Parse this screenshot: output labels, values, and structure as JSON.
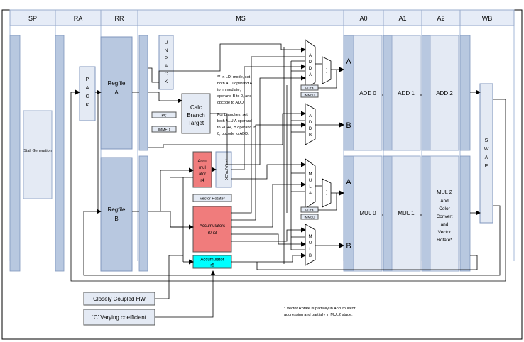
{
  "stages": [
    "SP",
    "RA",
    "RR",
    "MS",
    "A0",
    "A1",
    "A2",
    "WB"
  ],
  "blocks": {
    "stall_generation": "Stall Generation",
    "pack": "PACK",
    "regfile_a": "Regfile A",
    "regfile_b": "Regfile B",
    "unpack_top": "UNPACK",
    "calc_branch_target": "Calc Branch Target",
    "pc_label": "PC",
    "immed_label": "IMMED",
    "accumulator_r4": "Accu mul ator r4",
    "r4_unpack": "r4 UNPACK",
    "vector_rotate": "Vector Rotate*",
    "accumulators_r0_r3": "Accumulators r0-r3",
    "accumulator_r5": "Accumulator r5",
    "closely_coupled_hw": "Closely Coupled HW",
    "c_varying_coefficient": "‘C’ Varying coefficient",
    "swap": "SWAP"
  },
  "muxes": {
    "adda": "ADDA",
    "addb": "ADDB",
    "mula": "MULA",
    "mulb": "MULB"
  },
  "small_boxes": {
    "pc_plus_4": "PC+4",
    "immed": "IMMED"
  },
  "port_labels": [
    "A",
    "B",
    "A",
    "B"
  ],
  "units": {
    "add0": "ADD 0",
    "add1": "ADD 1",
    "add2": "ADD 2",
    "mul0": "MUL 0",
    "mul1": "MUL 1",
    "mul2": [
      "MUL 2",
      "And",
      "Color",
      "Convert",
      "and",
      "Vector",
      "Rotate*"
    ]
  },
  "notes": {
    "ldi_mode": [
      "** In LDI mode, set",
      "both ALU operand A",
      "to immediate,",
      "operand B to 0, and",
      "opcode to ADD."
    ],
    "branches": [
      "For branches, set",
      "both ALU A operand",
      "to PC+4, B operand to",
      "0, opcode to ADD."
    ],
    "footnote": [
      "* Vector Rotate is partially in Accumulator",
      "addressing and partially in MUL2 stage."
    ]
  },
  "colors": {
    "stage_header": "#e6ecf7",
    "pipeline_bar": "#b8c8e0",
    "unit_fill": "#e4eaf4",
    "accumulator_red": "#f07c7c",
    "accumulator_r5": "#00ffff",
    "guide_line": "#8fa9d0"
  }
}
